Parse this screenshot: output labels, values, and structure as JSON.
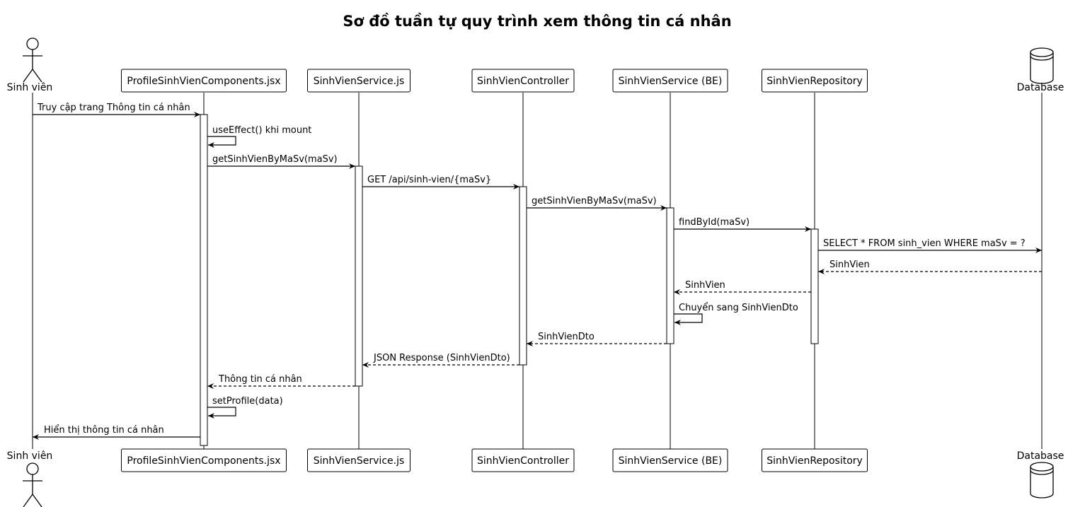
{
  "title": "Sơ đồ tuần tự quy trình xem thông tin cá nhân",
  "participants": [
    {
      "id": "sv",
      "label": "Sinh viên",
      "kind": "actor"
    },
    {
      "id": "profile",
      "label": "ProfileSinhVienComponents.jsx",
      "kind": "box"
    },
    {
      "id": "svc_js",
      "label": "SinhVienService.js",
      "kind": "box"
    },
    {
      "id": "ctrl",
      "label": "SinhVienController",
      "kind": "box"
    },
    {
      "id": "svc_be",
      "label": "SinhVienService (BE)",
      "kind": "box"
    },
    {
      "id": "repo",
      "label": "SinhVienRepository",
      "kind": "box"
    },
    {
      "id": "db",
      "label": "Database",
      "kind": "database"
    }
  ],
  "messages": [
    {
      "from": "sv",
      "to": "profile",
      "label": "Truy cập trang Thông tin cá nhân",
      "style": "solid"
    },
    {
      "from": "profile",
      "to": "profile",
      "label": "useEffect() khi mount",
      "style": "self"
    },
    {
      "from": "profile",
      "to": "svc_js",
      "label": "getSinhVienByMaSv(maSv)",
      "style": "solid"
    },
    {
      "from": "svc_js",
      "to": "ctrl",
      "label": "GET /api/sinh-vien/{maSv}",
      "style": "solid"
    },
    {
      "from": "ctrl",
      "to": "svc_be",
      "label": "getSinhVienByMaSv(maSv)",
      "style": "solid"
    },
    {
      "from": "svc_be",
      "to": "repo",
      "label": "findById(maSv)",
      "style": "solid"
    },
    {
      "from": "repo",
      "to": "db",
      "label": "SELECT * FROM sinh_vien WHERE maSv = ?",
      "style": "solid"
    },
    {
      "from": "db",
      "to": "repo",
      "label": "SinhVien",
      "style": "dashed"
    },
    {
      "from": "repo",
      "to": "svc_be",
      "label": "SinhVien",
      "style": "dashed"
    },
    {
      "from": "svc_be",
      "to": "svc_be",
      "label": "Chuyển sang SinhVienDto",
      "style": "self"
    },
    {
      "from": "svc_be",
      "to": "ctrl",
      "label": "SinhVienDto",
      "style": "dashed"
    },
    {
      "from": "ctrl",
      "to": "svc_js",
      "label": "JSON Response (SinhVienDto)",
      "style": "dashed"
    },
    {
      "from": "svc_js",
      "to": "profile",
      "label": "Thông tin cá nhân",
      "style": "dashed"
    },
    {
      "from": "profile",
      "to": "profile",
      "label": "setProfile(data)",
      "style": "self"
    },
    {
      "from": "profile",
      "to": "sv",
      "label": "Hiển thị thông tin cá nhân",
      "style": "solid"
    }
  ]
}
